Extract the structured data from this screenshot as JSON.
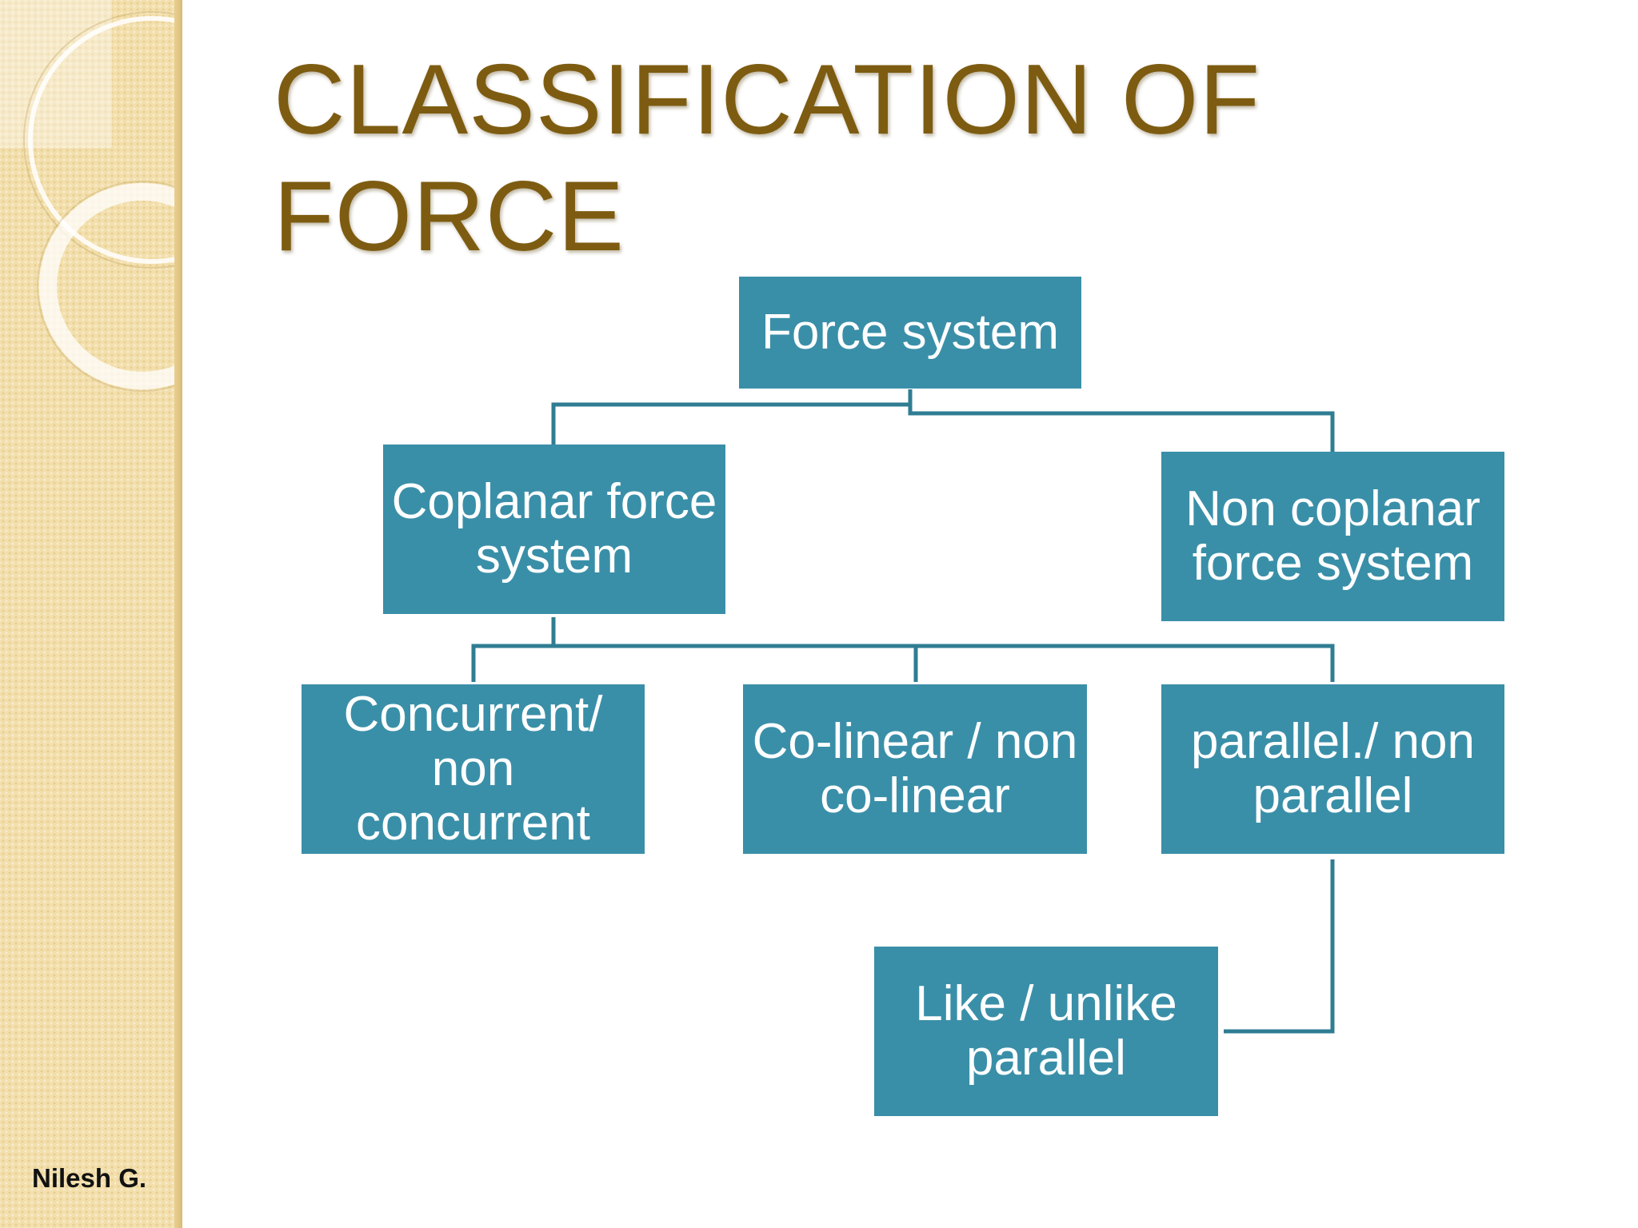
{
  "slide": {
    "title_line1": "CLASSIFICATION OF",
    "title_line2": "FORCE",
    "author": "Nilesh G."
  },
  "diagram": {
    "root": "Force system",
    "coplanar": "Coplanar force\nsystem",
    "non_coplanar": "Non coplanar\nforce system",
    "concurrent": "Concurrent/\nnon\nconcurrent",
    "colinear": "Co-linear / non\nco-linear",
    "parallel": "parallel./ non\nparallel",
    "like_unlike": "Like / unlike\nparallel"
  },
  "colors": {
    "node_fill": "#3a8fa8",
    "connector": "#2f7d93",
    "title": "#7d5c11",
    "sidebar": "#f3dfac"
  }
}
